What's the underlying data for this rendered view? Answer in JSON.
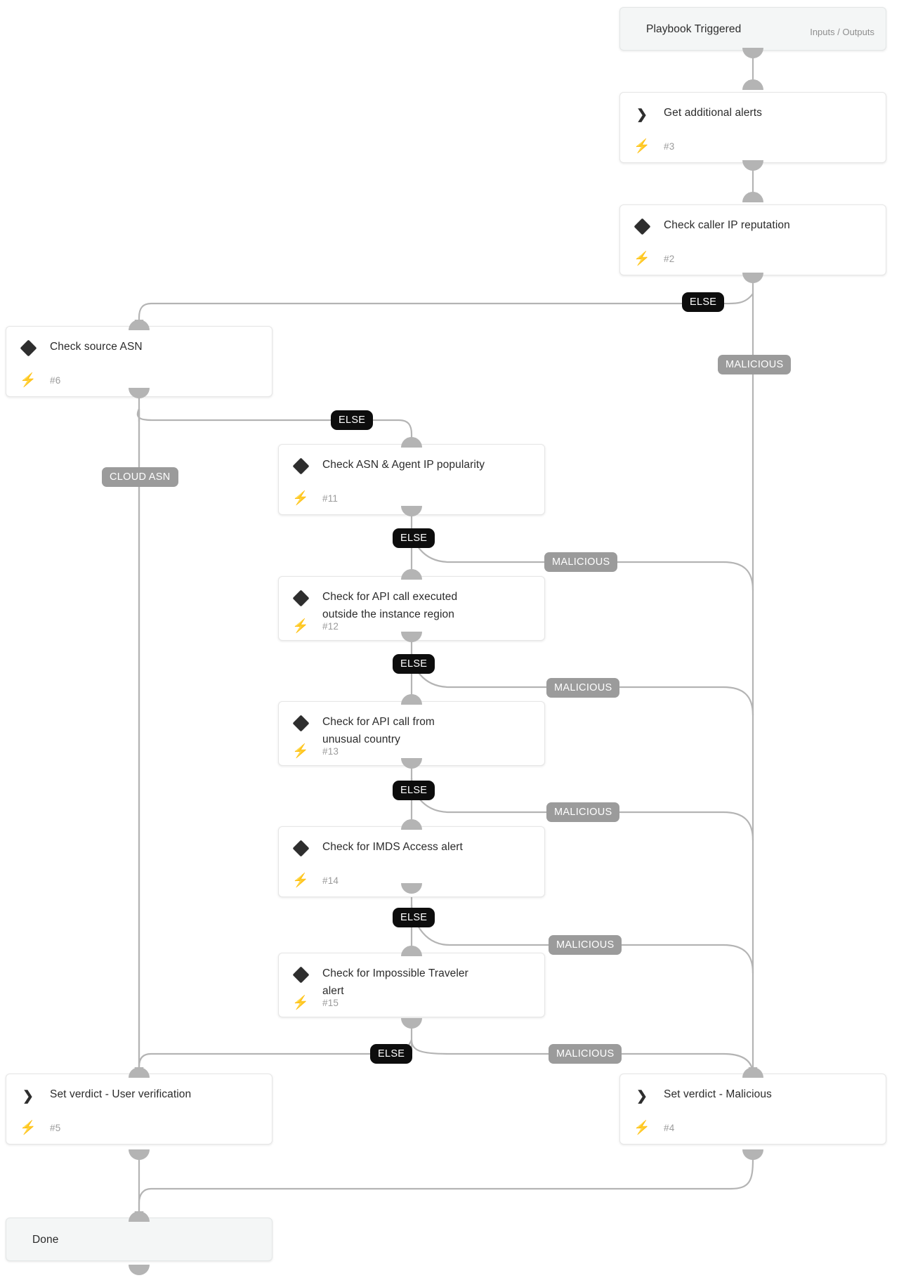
{
  "diagram": {
    "type": "playbook-flow",
    "title": "Playbook Triggered",
    "io_label": "Inputs / Outputs",
    "edge_labels": {
      "else": "ELSE",
      "malicious": "MALICIOUS",
      "cloud_asn": "CLOUD ASN"
    },
    "colors": {
      "else_badge": "#0d0d0d",
      "malicious_badge": "#9b9b9b",
      "bolt": "#f5a623",
      "connector": "#b4b4b4",
      "node_border": "#e6e6e6",
      "terminal_bg": "#f4f6f6",
      "title_text": "#2b2b2b",
      "meta_text": "#9b9b9b"
    },
    "nodes": [
      {
        "id": "start",
        "title": "Playbook Triggered",
        "number": "",
        "icon": "",
        "kind": "terminal"
      },
      {
        "id": "n3",
        "title": "Get additional alerts",
        "number": "#3",
        "icon": "chevron-icon",
        "kind": "action"
      },
      {
        "id": "n2",
        "title": "Check caller IP reputation",
        "number": "#2",
        "icon": "diamond-icon",
        "kind": "condition"
      },
      {
        "id": "n6",
        "title": "Check source ASN",
        "number": "#6",
        "icon": "diamond-icon",
        "kind": "condition"
      },
      {
        "id": "n11",
        "title": "Check ASN & Agent IP popularity",
        "number": "#11",
        "icon": "diamond-icon",
        "kind": "condition"
      },
      {
        "id": "n12",
        "title": "Check for API call executed outside the instance region",
        "number": "#12",
        "icon": "diamond-icon",
        "kind": "condition"
      },
      {
        "id": "n13",
        "title": "Check for API call from unusual country",
        "number": "#13",
        "icon": "diamond-icon",
        "kind": "condition"
      },
      {
        "id": "n14",
        "title": "Check for IMDS Access alert",
        "number": "#14",
        "icon": "diamond-icon",
        "kind": "condition"
      },
      {
        "id": "n15",
        "title": "Check for Impossible Traveler alert",
        "number": "#15",
        "icon": "diamond-icon",
        "kind": "condition"
      },
      {
        "id": "n5",
        "title": "Set verdict - User verification",
        "number": "#5",
        "icon": "chevron-icon",
        "kind": "action"
      },
      {
        "id": "n4",
        "title": "Set verdict - Malicious",
        "number": "#4",
        "icon": "chevron-icon",
        "kind": "action"
      },
      {
        "id": "done",
        "title": "Done",
        "number": "",
        "icon": "",
        "kind": "terminal"
      }
    ],
    "edges": [
      {
        "from": "start",
        "to": "n3",
        "label": ""
      },
      {
        "from": "n3",
        "to": "n2",
        "label": ""
      },
      {
        "from": "n2",
        "to": "n6",
        "label": "ELSE"
      },
      {
        "from": "n2",
        "to": "n4",
        "label": "MALICIOUS"
      },
      {
        "from": "n6",
        "to": "n11",
        "label": "ELSE"
      },
      {
        "from": "n6",
        "to": "n5",
        "label": "CLOUD ASN"
      },
      {
        "from": "n11",
        "to": "n12",
        "label": "ELSE"
      },
      {
        "from": "n11",
        "to": "n4",
        "label": "MALICIOUS"
      },
      {
        "from": "n12",
        "to": "n13",
        "label": "ELSE"
      },
      {
        "from": "n12",
        "to": "n4",
        "label": "MALICIOUS"
      },
      {
        "from": "n13",
        "to": "n14",
        "label": "ELSE"
      },
      {
        "from": "n13",
        "to": "n4",
        "label": "MALICIOUS"
      },
      {
        "from": "n14",
        "to": "n15",
        "label": "ELSE"
      },
      {
        "from": "n14",
        "to": "n4",
        "label": "MALICIOUS"
      },
      {
        "from": "n15",
        "to": "n5",
        "label": "ELSE"
      },
      {
        "from": "n15",
        "to": "n4",
        "label": "MALICIOUS"
      },
      {
        "from": "n5",
        "to": "done",
        "label": ""
      },
      {
        "from": "n4",
        "to": "done",
        "label": ""
      }
    ]
  },
  "icons": {
    "bolt": "⚡",
    "chevron": "❯"
  }
}
